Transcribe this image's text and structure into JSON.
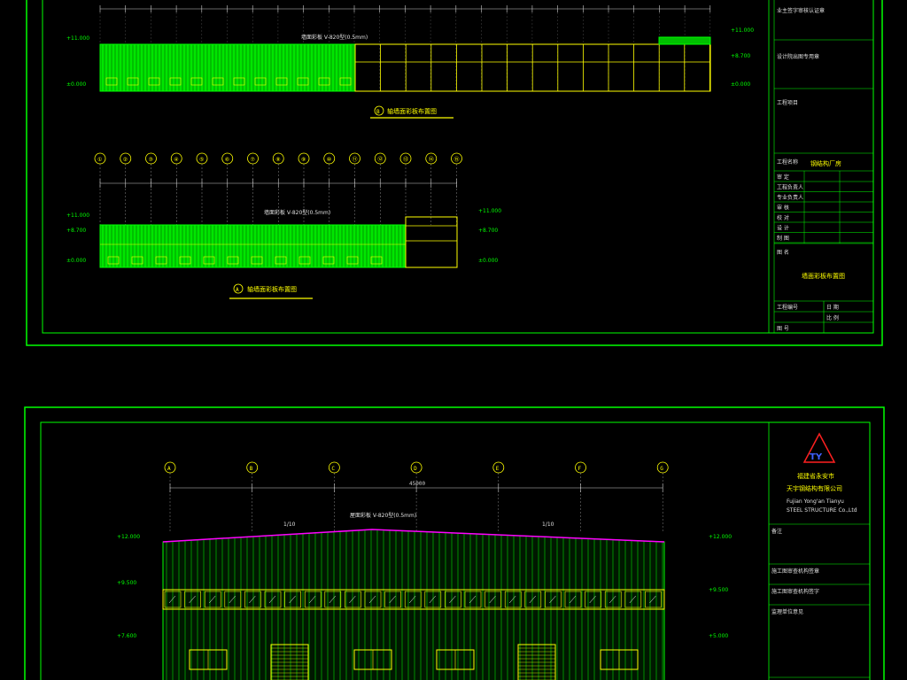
{
  "sheet1": {
    "elevation_b_caption": "轴墙面彩板布置图",
    "elevation_b_axis": "B",
    "elevation_a_caption": "轴墙面彩板布置图",
    "elevation_a_axis": "A",
    "axes_numbers": [
      "①",
      "②",
      "③",
      "④",
      "⑤",
      "⑥",
      "⑦",
      "⑧",
      "⑨",
      "⑩",
      "⑪",
      "⑫",
      "⑬",
      "⑭",
      "⑮"
    ],
    "panel_label": "墙面彩板 V-820型(0.5mm)",
    "levels": [
      "+11.000",
      "+8.700",
      "±0.000"
    ],
    "title_block": {
      "row1": "业主签字审核认证章",
      "row2": "设计院出图专用章",
      "row3": "工程项目",
      "project_label": "工程名称",
      "project_value": "钢结构厂房",
      "sign_rows": [
        "审 定",
        "工程负责人",
        "专业负责人",
        "审 核",
        "校 对",
        "设 计",
        "制 图"
      ],
      "drawing_name_label": "图 名",
      "drawing_name_value": "墙面彩板布置图",
      "bottom_labels": [
        "工程编号",
        "日 期",
        "比 例",
        "图 号"
      ]
    }
  },
  "sheet2": {
    "axes_letters": [
      "A",
      "B",
      "C",
      "D",
      "E",
      "F",
      "G"
    ],
    "dimension_total": "45000",
    "company_line1": "福建省永安市",
    "company_line2": "天宇钢结构有限公司",
    "company_line3": "Fujian Yong'an Tianyu",
    "company_line4": "STEEL STRUCTURE Co.,Ltd",
    "logo_text": "TY",
    "roof_label": "屋面彩板 V-820型(0.5mm)",
    "slope_label": "1/10",
    "title_rows": [
      "备注",
      "施工图审查机构签章",
      "施工图审查机构签字",
      "监理单位意见",
      "业主签字审核认证章"
    ],
    "levels": [
      "+12.000",
      "+9.500",
      "+7.600",
      "+5.000"
    ]
  }
}
